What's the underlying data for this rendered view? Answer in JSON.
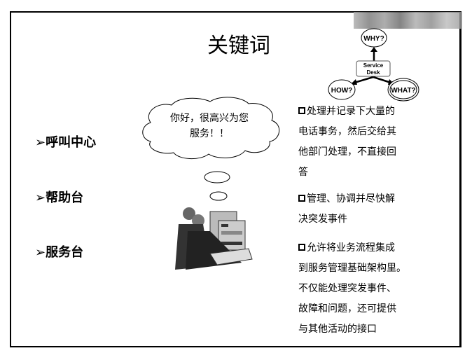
{
  "title": "关键词",
  "diagram": {
    "center": "Service Desk",
    "center_line1": "Service",
    "center_line2": "Desk",
    "why": "WHY?",
    "how": "HOW?",
    "what": "WHAT?"
  },
  "bubble": {
    "line1": "你好，很高兴为您",
    "line2": "服务！！"
  },
  "bullets": [
    {
      "label": "➢呼叫中心"
    },
    {
      "label": "➢帮助台"
    },
    {
      "label": "➢服务台"
    }
  ],
  "descriptions": [
    {
      "lines": [
        "处理并记录下大量的",
        "电话事务，然后交给其",
        "他部门处理，不直接回",
        "答"
      ]
    },
    {
      "lines": [
        "管理、协调并尽快解",
        "决突发事件"
      ]
    },
    {
      "lines": [
        "允许将业务流程集成",
        "到服务管理基础架构里。",
        "不仅能处理突发事件、",
        "故障和问题，还可提供",
        "与其他活动的接口"
      ]
    }
  ]
}
